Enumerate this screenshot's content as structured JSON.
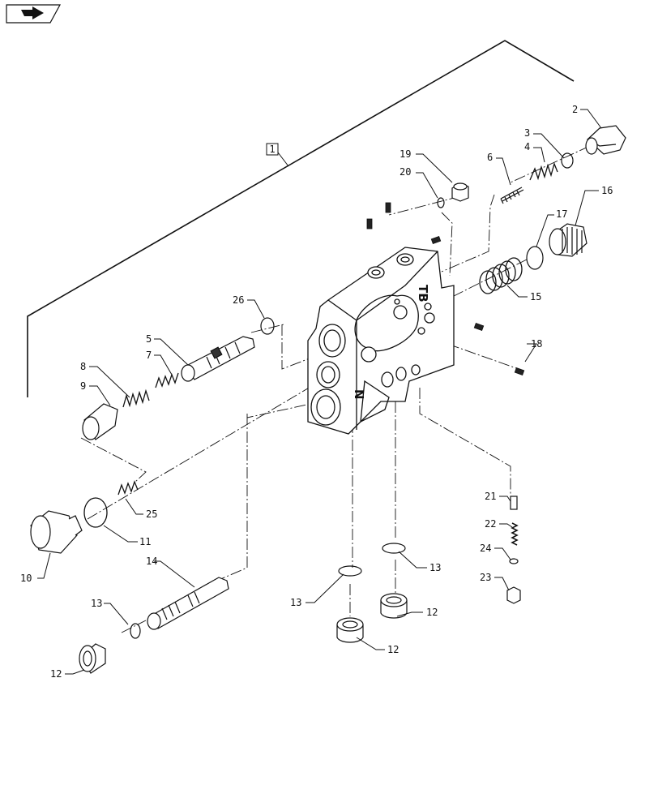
{
  "navigation": {
    "icon": "next-page-arrow-icon"
  },
  "diagram": {
    "assembly_reference": "1",
    "port_markings": {
      "tb": "TB",
      "n": "N"
    },
    "callouts": [
      {
        "id": "c1",
        "label": "2"
      },
      {
        "id": "c2",
        "label": "3"
      },
      {
        "id": "c3",
        "label": "4"
      },
      {
        "id": "c4",
        "label": "16"
      },
      {
        "id": "c5",
        "label": "19"
      },
      {
        "id": "c6",
        "label": "20"
      },
      {
        "id": "c7",
        "label": "6"
      },
      {
        "id": "c8",
        "label": "17"
      },
      {
        "id": "c9",
        "label": "15"
      },
      {
        "id": "c10",
        "label": "26"
      },
      {
        "id": "c11",
        "label": "5"
      },
      {
        "id": "c12",
        "label": "7"
      },
      {
        "id": "c13",
        "label": "8"
      },
      {
        "id": "c14",
        "label": "9"
      },
      {
        "id": "c15",
        "label": "18"
      },
      {
        "id": "c16",
        "label": "25"
      },
      {
        "id": "c17",
        "label": "11"
      },
      {
        "id": "c18",
        "label": "10"
      },
      {
        "id": "c19",
        "label": "14"
      },
      {
        "id": "c20",
        "label": "21"
      },
      {
        "id": "c21",
        "label": "22"
      },
      {
        "id": "c22",
        "label": "24"
      },
      {
        "id": "c23",
        "label": "23"
      },
      {
        "id": "c24",
        "label": "13"
      },
      {
        "id": "c25",
        "label": "12"
      },
      {
        "id": "c26",
        "label": "13"
      },
      {
        "id": "c27",
        "label": "12"
      },
      {
        "id": "c28",
        "label": "13"
      },
      {
        "id": "c29",
        "label": "12"
      }
    ]
  }
}
